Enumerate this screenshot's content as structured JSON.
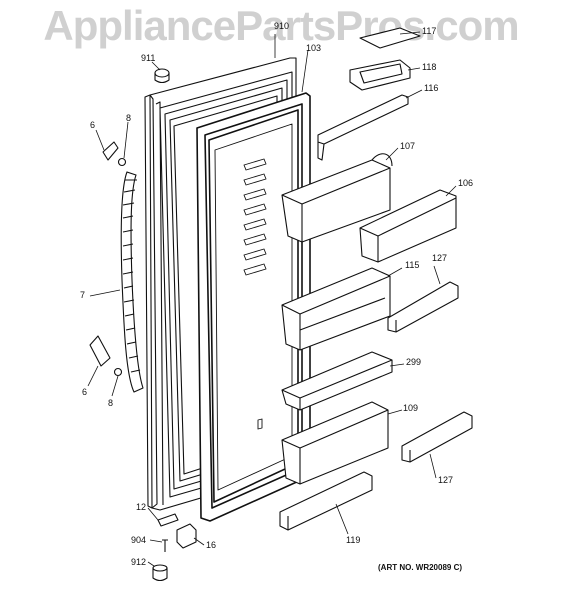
{
  "watermark": "AppliancePartsPros.com",
  "art_number": "(ART NO. WR20089 C)",
  "callouts": {
    "c910": "910",
    "c103": "103",
    "c911": "911",
    "c117": "117",
    "c118": "118",
    "c116": "116",
    "c107": "107",
    "c106": "106",
    "c115": "115",
    "c127a": "127",
    "c299": "299",
    "c109": "109",
    "c127b": "127",
    "c119": "119",
    "c6a": "6",
    "c8a": "8",
    "c7": "7",
    "c6b": "6",
    "c8b": "8",
    "c12": "12",
    "c904": "904",
    "c16": "16",
    "c912": "912"
  }
}
